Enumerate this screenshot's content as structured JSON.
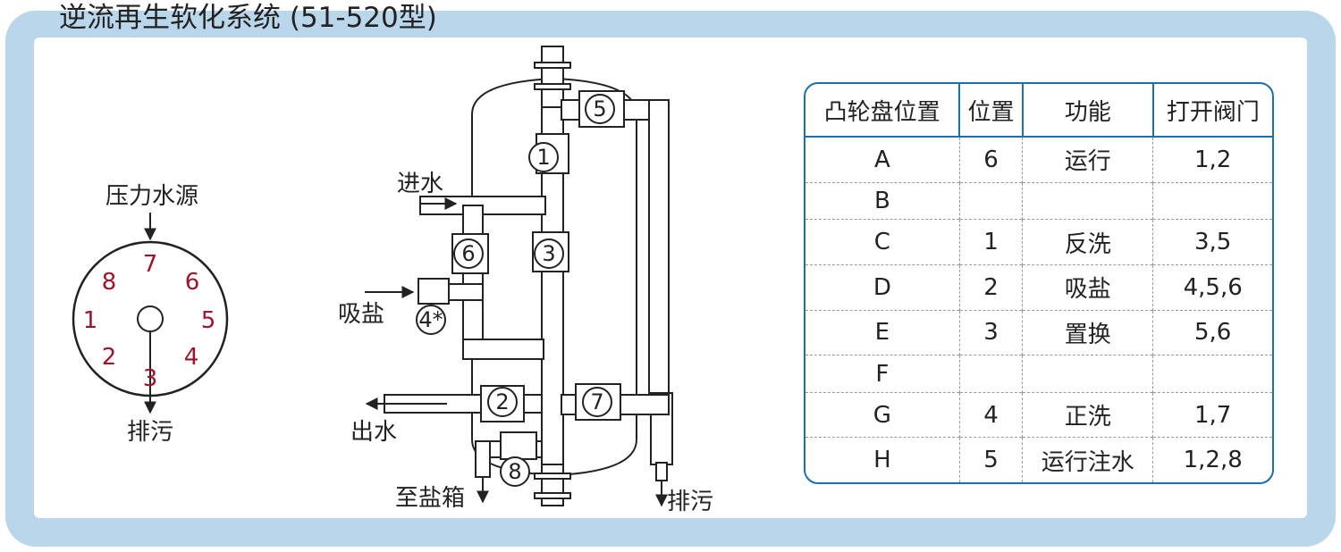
{
  "title": "逆流再生软化系统 (51-520型)",
  "dial": {
    "source_label": "压力水源",
    "drain_label": "排污",
    "positions": [
      "7",
      "6",
      "5",
      "4",
      "3",
      "2",
      "1",
      "8"
    ]
  },
  "piping": {
    "inlet_label": "进水",
    "brine_label": "吸盐",
    "outlet_label": "出水",
    "to_brine_tank_label": "至盐箱",
    "drain_label": "排污",
    "valves": [
      "1",
      "2",
      "3",
      "4*",
      "5",
      "6",
      "7",
      "8"
    ]
  },
  "table": {
    "headers": [
      "凸轮盘位置",
      "位置",
      "功能",
      "打开阀门"
    ],
    "rows": [
      [
        "A",
        "6",
        "运行",
        "1,2"
      ],
      [
        "B",
        "",
        "",
        ""
      ],
      [
        "C",
        "1",
        "反洗",
        "3,5"
      ],
      [
        "D",
        "2",
        "吸盐",
        "4,5,6"
      ],
      [
        "E",
        "3",
        "置换",
        "5,6"
      ],
      [
        "F",
        "",
        "",
        ""
      ],
      [
        "G",
        "4",
        "正洗",
        "1,7"
      ],
      [
        "H",
        "5",
        "运行注水",
        "1,2,8"
      ]
    ]
  },
  "colors": {
    "frame": "#b9d6ea",
    "table_border": "#1a6fae",
    "dial_numbers": "#a0142a"
  }
}
